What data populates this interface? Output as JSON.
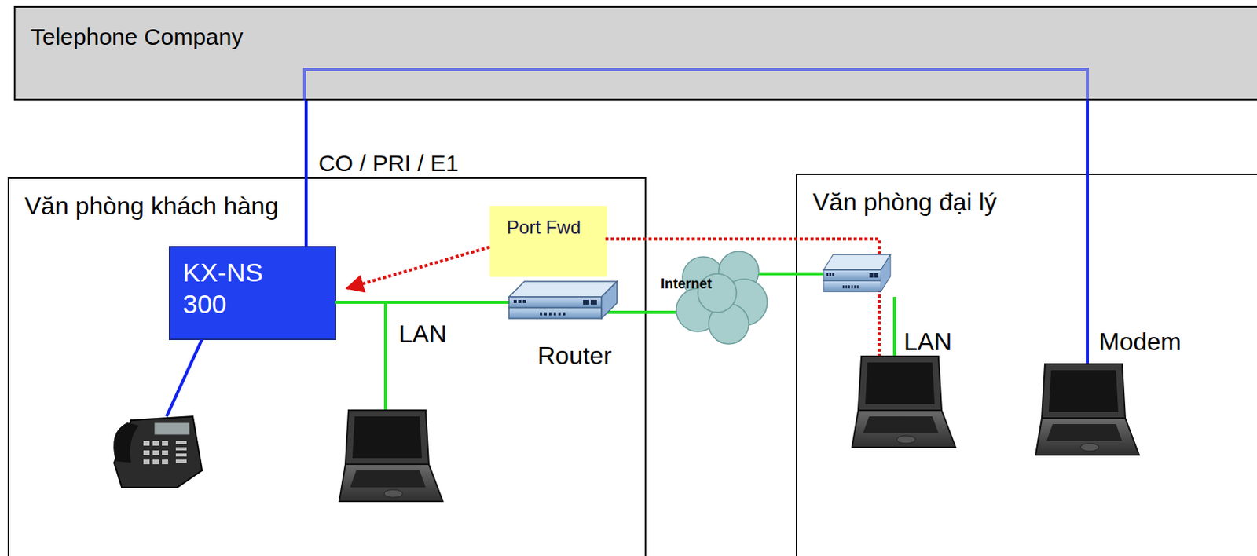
{
  "diagram": {
    "nodes": [
      {
        "text": [
          "Telephone Company"
        ]
      },
      {
        "text": [
          "Văn phòng khách hàng"
        ]
      },
      {
        "text": [
          "KX-NS 300"
        ],
        "in": 1
      },
      {
        "text": [
          "Port Fwd"
        ],
        "in": 1
      },
      {
        "text": [
          "Văn phòng đại lý"
        ]
      }
    ],
    "edges": [
      {
        "from": 2,
        "to": 0,
        "arrow": "none",
        "label": "CO / PRI / E1"
      },
      {
        "from": 3,
        "to": 2,
        "arrow": "to"
      }
    ],
    "labels": [
      "LAN",
      "Router",
      "Internet",
      "LAN",
      "Modem"
    ]
  }
}
